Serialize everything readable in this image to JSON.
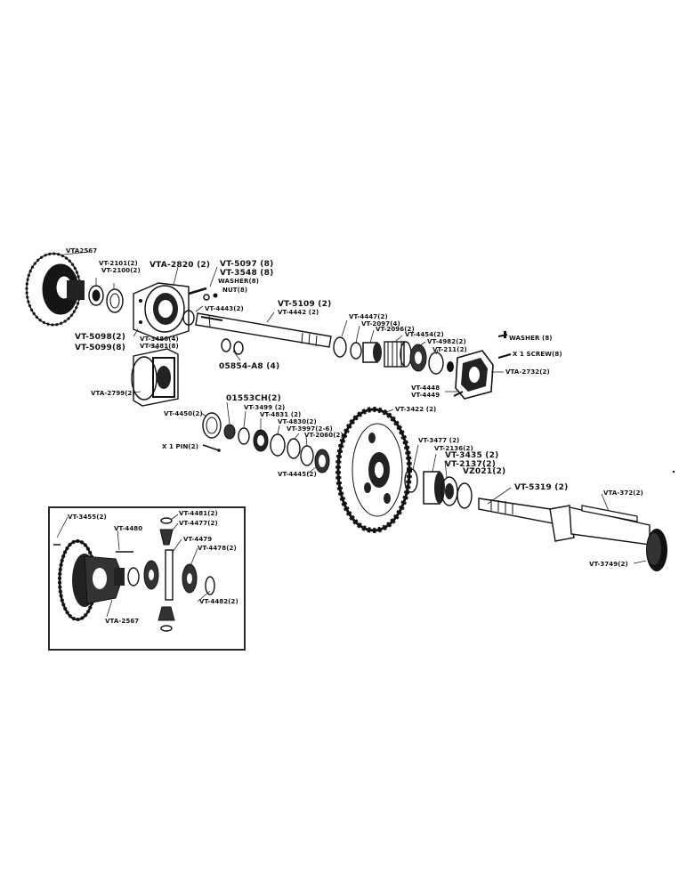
{
  "labels": {
    "vta2567": "VTA2567",
    "vt2101": "VT-2101(2)",
    "vt2100": "VT-2100(2)",
    "vta2820": "VTA-2820 (2)",
    "vt5097": "VT-5097 (8)",
    "vt3548": "VT-3548 (8)",
    "washer_8a": "WASHER(8)",
    "nut_8": "NUT(8)",
    "vt4443": "VT-4443(2)",
    "vt5098": "VT-5098(2)",
    "vt5099": "VT-5099(8)",
    "vt3480": "VT-3480(4)",
    "vt3481": "VT-3481(8)",
    "vta2799": "VTA-2799(2)",
    "vt5109": "VT-5109 (2)",
    "vt4442": "VT-4442 (2)",
    "o5854": "05854-A8 (4)",
    "vt4447a": "VT-4447(2)",
    "vt2097": "VT-2097(4)",
    "vt2096": "VT-2096(2)",
    "vt4454": "VT-4454(2)",
    "vt4982": "VT-4982(2)",
    "vt211": "VT-211(2)",
    "washer_8b": "WASHER (8)",
    "screw_8": "X 1 SCREW(8)",
    "vta2732": "VTA-2732(2)",
    "vt4448": "VT-4448",
    "vt4449": "VT-4449",
    "o1553": "01553CH(2)",
    "vt4450": "VT-4450(2)",
    "vt3499": "VT-3499 (2)",
    "vt4831": "VT-4831 (2)",
    "vt4830": "VT-4830(2)",
    "vt3997": "VT-3997(2-6)",
    "vt2060": "VT-2060(2)",
    "vt3422": "VT-3422 (2)",
    "pin": "X 1 PIN(2)",
    "vt4445": "VT-4445(2)",
    "vt3477": "VT-3477 (2)",
    "vt2136": "VT-2136(2)",
    "vt3435": "VT-3435 (2)",
    "vt2137": "VT-2137(2)",
    "vt2021": "VZ021(2)",
    "vt5319": "VT-5319 (2)",
    "vta372": "VTA-372(2)",
    "vt3749": "VT-3749(2)",
    "inset_vt3455": "VT-3455(2)",
    "inset_vt4480": "VT-4480",
    "inset_vt4481": "VT-4481(2)",
    "inset_vt4477": "VT-4477(2)",
    "inset_vt4479": "VT-4479",
    "inset_vt4478": "VT-4478(2)",
    "inset_vta2567": "VTA-2567",
    "inset_vt4482": "VT-4482(2)"
  }
}
